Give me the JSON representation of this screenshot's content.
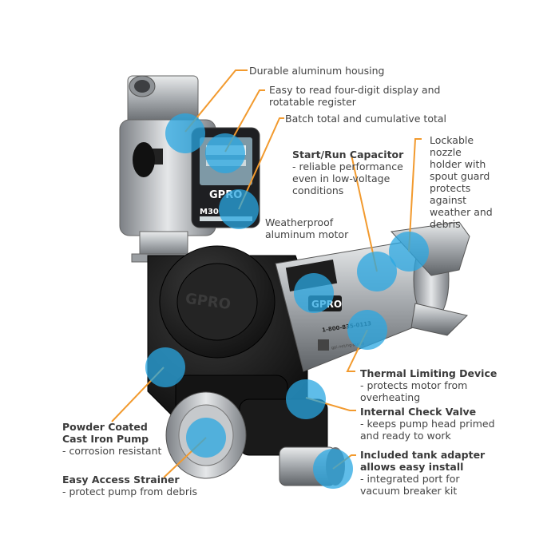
{
  "colors": {
    "callout": "#f29a2e",
    "dot": "#2aa7e2",
    "text": "#444444",
    "body_black": "#151515",
    "steel": "#b9bcbf"
  },
  "product": {
    "brand_logo": "GPRO",
    "meter_model": "M30",
    "phone": "1-800-835-0113",
    "website": "gpi.net/ng-pump"
  },
  "callouts": [
    {
      "id": "housing",
      "title": "Durable aluminum housing",
      "desc": ""
    },
    {
      "id": "display",
      "title": "Easy to read four-digit display and\nrotatable register",
      "desc": ""
    },
    {
      "id": "batch",
      "title": "Batch total and cumulative total",
      "desc": ""
    },
    {
      "id": "capacitor",
      "title": "Start/Run Capacitor",
      "desc": "- reliable performance\neven in low-voltage\nconditions"
    },
    {
      "id": "nozzle",
      "title": "Lockable\nnozzle\nholder with\nspout guard\nprotects\nagainst\nweather and\ndebris",
      "desc": ""
    },
    {
      "id": "motor",
      "title": "Weatherproof\naluminum motor",
      "desc": ""
    },
    {
      "id": "thermal",
      "title": "Thermal Limiting Device",
      "desc": "- protects motor from\noverheating"
    },
    {
      "id": "checkvalve",
      "title": "Internal Check Valve",
      "desc": "- keeps pump head primed\nand ready to work"
    },
    {
      "id": "adapter",
      "title": "Included tank adapter\nallows easy install",
      "desc": "- integrated port for\nvacuum breaker kit"
    },
    {
      "id": "castiron",
      "title": "Powder Coated\nCast Iron Pump",
      "desc": "- corrosion resistant"
    },
    {
      "id": "strainer",
      "title": "Easy Access Strainer",
      "desc": "- protect pump from debris"
    }
  ]
}
